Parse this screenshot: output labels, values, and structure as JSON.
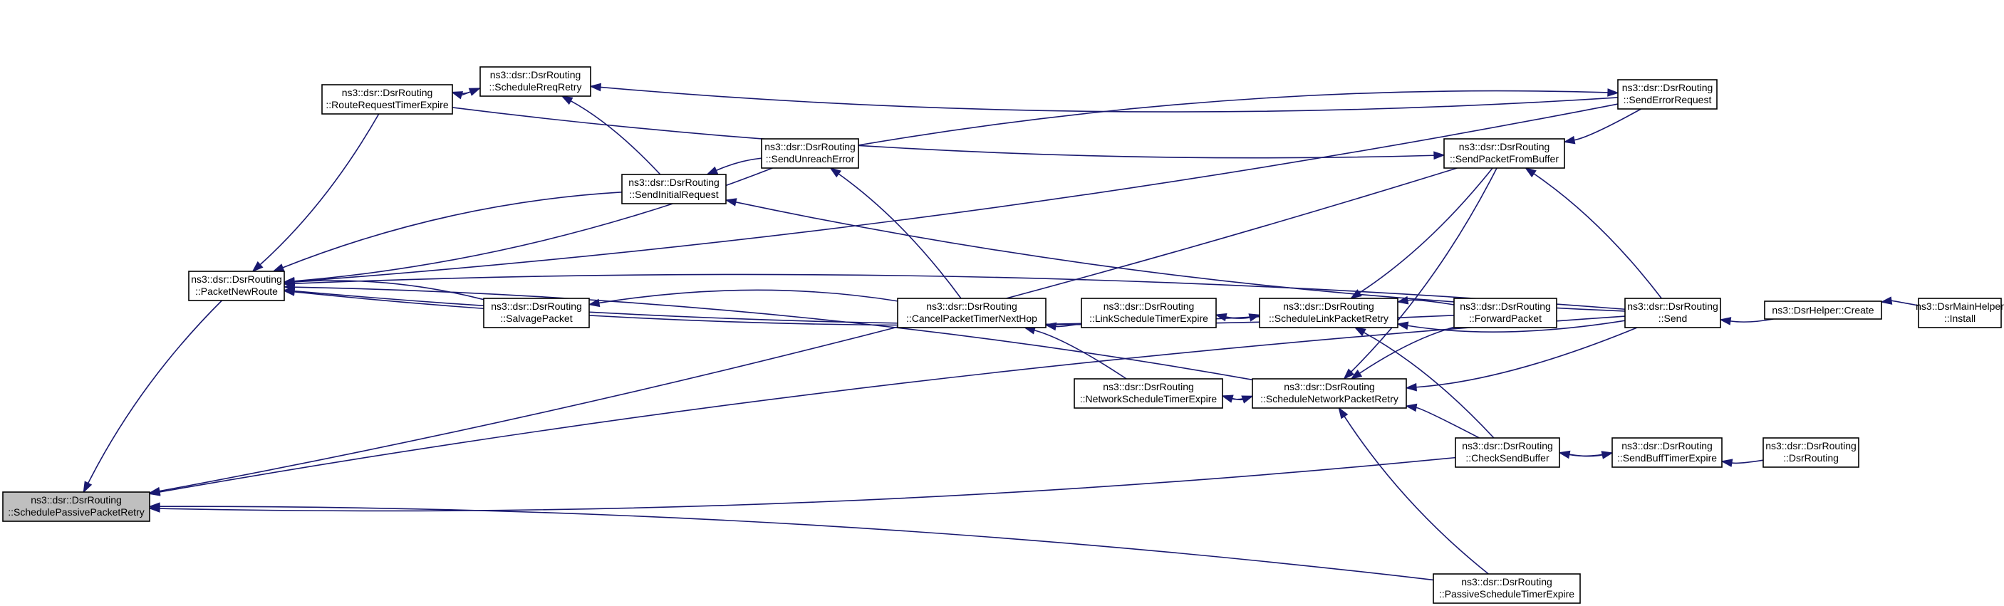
{
  "colors": {
    "edge": "#191970",
    "node_border": "#000000",
    "selected_fill": "#bfbfbf",
    "background": "#ffffff"
  },
  "nodes": [
    {
      "id": "SchedulePassivePacketRetry",
      "line1": "ns3::dsr::DsrRouting",
      "line2": "::SchedulePassivePacketRetry",
      "selected": true
    },
    {
      "id": "PacketNewRoute",
      "line1": "ns3::dsr::DsrRouting",
      "line2": "::PacketNewRoute"
    },
    {
      "id": "RouteRequestTimerExpire",
      "line1": "ns3::dsr::DsrRouting",
      "line2": "::RouteRequestTimerExpire"
    },
    {
      "id": "ScheduleRreqRetry",
      "line1": "ns3::dsr::DsrRouting",
      "line2": "::ScheduleRreqRetry"
    },
    {
      "id": "SendInitialRequest",
      "line1": "ns3::dsr::DsrRouting",
      "line2": "::SendInitialRequest"
    },
    {
      "id": "SendUnreachError",
      "line1": "ns3::dsr::DsrRouting",
      "line2": "::SendUnreachError"
    },
    {
      "id": "SalvagePacket",
      "line1": "ns3::dsr::DsrRouting",
      "line2": "::SalvagePacket"
    },
    {
      "id": "CancelPacketTimerNextHop",
      "line1": "ns3::dsr::DsrRouting",
      "line2": "::CancelPacketTimerNextHop"
    },
    {
      "id": "LinkScheduleTimerExpire",
      "line1": "ns3::dsr::DsrRouting",
      "line2": "::LinkScheduleTimerExpire"
    },
    {
      "id": "NetworkScheduleTimerExpire",
      "line1": "ns3::dsr::DsrRouting",
      "line2": "::NetworkScheduleTimerExpire"
    },
    {
      "id": "ScheduleLinkPacketRetry",
      "line1": "ns3::dsr::DsrRouting",
      "line2": "::ScheduleLinkPacketRetry"
    },
    {
      "id": "ScheduleNetworkPacketRetry",
      "line1": "ns3::dsr::DsrRouting",
      "line2": "::ScheduleNetworkPacketRetry"
    },
    {
      "id": "SendPacketFromBuffer",
      "line1": "ns3::dsr::DsrRouting",
      "line2": "::SendPacketFromBuffer"
    },
    {
      "id": "SendErrorRequest",
      "line1": "ns3::dsr::DsrRouting",
      "line2": "::SendErrorRequest"
    },
    {
      "id": "ForwardPacket",
      "line1": "ns3::dsr::DsrRouting",
      "line2": "::ForwardPacket"
    },
    {
      "id": "CheckSendBuffer",
      "line1": "ns3::dsr::DsrRouting",
      "line2": "::CheckSendBuffer"
    },
    {
      "id": "PassiveScheduleTimerExpire",
      "line1": "ns3::dsr::DsrRouting",
      "line2": "::PassiveScheduleTimerExpire"
    },
    {
      "id": "Send",
      "line1": "ns3::dsr::DsrRouting",
      "line2": "::Send"
    },
    {
      "id": "SendBuffTimerExpire",
      "line1": "ns3::dsr::DsrRouting",
      "line2": "::SendBuffTimerExpire"
    },
    {
      "id": "DsrRoutingCtor",
      "line1": "ns3::dsr::DsrRouting",
      "line2": "::DsrRouting"
    },
    {
      "id": "DsrHelperCreate",
      "line1": "ns3::DsrHelper::Create",
      "line2": ""
    },
    {
      "id": "DsrMainHelperInstall",
      "line1": "ns3::DsrMainHelper",
      "line2": "::Install"
    }
  ],
  "edges": [
    [
      "PacketNewRoute",
      "SchedulePassivePacketRetry"
    ],
    [
      "CheckSendBuffer",
      "SchedulePassivePacketRetry"
    ],
    [
      "PassiveScheduleTimerExpire",
      "SchedulePassivePacketRetry"
    ],
    [
      "SendPacketFromBuffer",
      "SchedulePassivePacketRetry"
    ],
    [
      "Send",
      "SchedulePassivePacketRetry"
    ],
    [
      "ScheduleRreqRetry",
      "RouteRequestTimerExpire"
    ],
    [
      "RouteRequestTimerExpire",
      "ScheduleRreqRetry"
    ],
    [
      "RouteRequestTimerExpire",
      "PacketNewRoute"
    ],
    [
      "SendInitialRequest",
      "PacketNewRoute"
    ],
    [
      "SendUnreachError",
      "PacketNewRoute"
    ],
    [
      "SalvagePacket",
      "PacketNewRoute"
    ],
    [
      "ScheduleLinkPacketRetry",
      "PacketNewRoute"
    ],
    [
      "ScheduleNetworkPacketRetry",
      "PacketNewRoute"
    ],
    [
      "ForwardPacket",
      "PacketNewRoute"
    ],
    [
      "Send",
      "PacketNewRoute"
    ],
    [
      "SendErrorRequest",
      "PacketNewRoute"
    ],
    [
      "SendInitialRequest",
      "ScheduleRreqRetry"
    ],
    [
      "SendErrorRequest",
      "ScheduleRreqRetry"
    ],
    [
      "SendUnreachError",
      "SendInitialRequest"
    ],
    [
      "Send",
      "SendInitialRequest"
    ],
    [
      "CancelPacketTimerNextHop",
      "SendUnreachError"
    ],
    [
      "SendUnreachError",
      "SendErrorRequest"
    ],
    [
      "CancelPacketTimerNextHop",
      "SalvagePacket"
    ],
    [
      "LinkScheduleTimerExpire",
      "CancelPacketTimerNextHop"
    ],
    [
      "NetworkScheduleTimerExpire",
      "CancelPacketTimerNextHop"
    ],
    [
      "ScheduleLinkPacketRetry",
      "LinkScheduleTimerExpire"
    ],
    [
      "LinkScheduleTimerExpire",
      "ScheduleLinkPacketRetry"
    ],
    [
      "ScheduleNetworkPacketRetry",
      "NetworkScheduleTimerExpire"
    ],
    [
      "NetworkScheduleTimerExpire",
      "ScheduleNetworkPacketRetry"
    ],
    [
      "SendPacketFromBuffer",
      "ScheduleLinkPacketRetry"
    ],
    [
      "ForwardPacket",
      "ScheduleLinkPacketRetry"
    ],
    [
      "Send",
      "ScheduleLinkPacketRetry"
    ],
    [
      "CheckSendBuffer",
      "ScheduleLinkPacketRetry"
    ],
    [
      "SendPacketFromBuffer",
      "ScheduleNetworkPacketRetry"
    ],
    [
      "ForwardPacket",
      "ScheduleNetworkPacketRetry"
    ],
    [
      "Send",
      "ScheduleNetworkPacketRetry"
    ],
    [
      "CheckSendBuffer",
      "ScheduleNetworkPacketRetry"
    ],
    [
      "PassiveScheduleTimerExpire",
      "ScheduleNetworkPacketRetry"
    ],
    [
      "RouteRequestTimerExpire",
      "SendPacketFromBuffer"
    ],
    [
      "SendErrorRequest",
      "SendPacketFromBuffer"
    ],
    [
      "Send",
      "SendPacketFromBuffer"
    ],
    [
      "DsrHelperCreate",
      "Send"
    ],
    [
      "DsrMainHelperInstall",
      "DsrHelperCreate"
    ],
    [
      "SendBuffTimerExpire",
      "CheckSendBuffer"
    ],
    [
      "CheckSendBuffer",
      "SendBuffTimerExpire"
    ],
    [
      "DsrRoutingCtor",
      "SendBuffTimerExpire"
    ]
  ]
}
